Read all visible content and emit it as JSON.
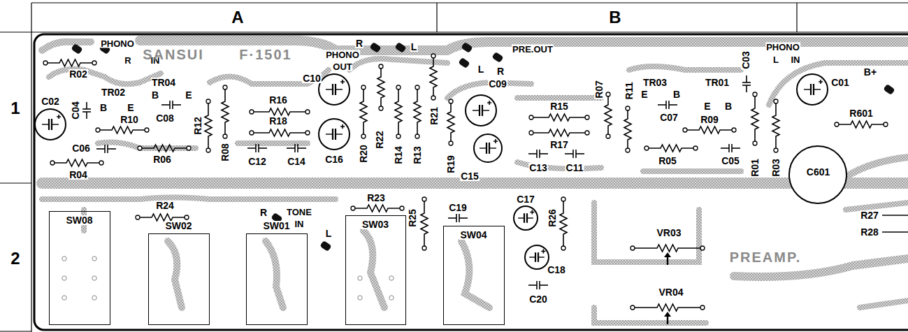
{
  "diagram": {
    "nodes": [
      {
        "text": [
          "SW08"
        ]
      },
      {
        "text": [
          "SW02"
        ]
      },
      {
        "text": [
          "SW01"
        ]
      },
      {
        "text": [
          "SW03"
        ]
      },
      {
        "text": [
          "SW04"
        ]
      },
      {
        "text": [
          "C601"
        ]
      }
    ],
    "labels": [
      "A",
      "B",
      "1",
      "2",
      "PHONO",
      "R",
      "IN",
      "SANSUI",
      "F·1501",
      "R02",
      "C02",
      "C04",
      "TR02",
      "B",
      "E",
      "TR04",
      "B",
      "E",
      "C08",
      "R10",
      "R12",
      "R16",
      "R18",
      "C06",
      "R06",
      "R08",
      "C12",
      "C14",
      "R04",
      "PHONO",
      "OUT",
      "C10",
      "C16",
      "R",
      "L",
      "R22",
      "R20",
      "R14",
      "R13",
      "R21",
      "R19",
      "PRE.OUT",
      "L",
      "R",
      "C09",
      "C15",
      "R15",
      "R17",
      "C13",
      "C11",
      "R07",
      "R11",
      "TR03",
      "E",
      "B",
      "C07",
      "TR01",
      "E",
      "B",
      "R09",
      "C03",
      "PHONO",
      "L",
      "IN",
      "C01",
      "B+",
      "R601",
      "R05",
      "C05",
      "R01",
      "R03",
      "R24",
      "R",
      "TONE",
      "IN",
      "L",
      "R23",
      "R25",
      "C19",
      "C17",
      "R26",
      "C18",
      "C20",
      "VR03",
      "VR04",
      "PREAMP.",
      "R27",
      "R28"
    ]
  }
}
